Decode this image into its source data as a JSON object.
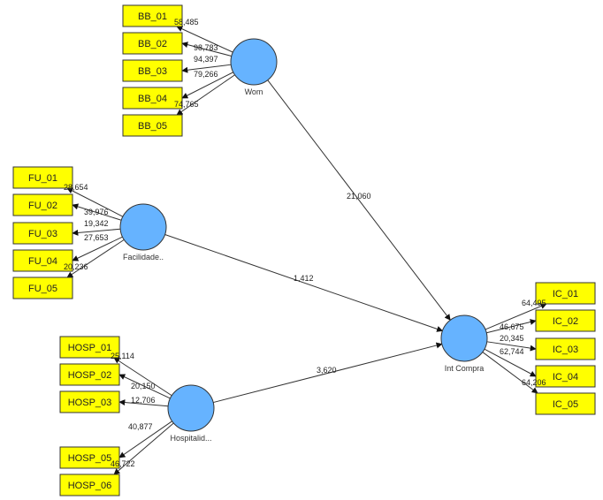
{
  "latent_variables": [
    {
      "id": "wom",
      "label": "Wom"
    },
    {
      "id": "facilidade",
      "label": "Facilidade.."
    },
    {
      "id": "hospitalidade",
      "label": "Hospitalid..."
    },
    {
      "id": "int_compra",
      "label": "Int Compra"
    }
  ],
  "indicators": {
    "wom": [
      {
        "label": "BB_01",
        "value": "58,485"
      },
      {
        "label": "BB_02",
        "value": "98,783"
      },
      {
        "label": "BB_03",
        "value": "94,397"
      },
      {
        "label": "BB_04",
        "value": "79,266"
      },
      {
        "label": "BB_05",
        "value": "74,765"
      }
    ],
    "facilidade": [
      {
        "label": "FU_01",
        "value": "28,654"
      },
      {
        "label": "FU_02",
        "value": "39,976"
      },
      {
        "label": "FU_03",
        "value": "19,342"
      },
      {
        "label": "FU_04",
        "value": "27,653"
      },
      {
        "label": "FU_05",
        "value": "20,236"
      }
    ],
    "hospitalidade": [
      {
        "label": "HOSP_01",
        "value": "25,114"
      },
      {
        "label": "HOSP_02",
        "value": "20,150"
      },
      {
        "label": "HOSP_03",
        "value": "12,706"
      },
      {
        "label": "HOSP_05",
        "value": "40,877"
      },
      {
        "label": "HOSP_06",
        "value": "46,722"
      }
    ],
    "int_compra": [
      {
        "label": "IC_01",
        "value": "64,495"
      },
      {
        "label": "IC_02",
        "value": "46,675"
      },
      {
        "label": "IC_03",
        "value": "20,345"
      },
      {
        "label": "IC_04",
        "value": "62,744"
      },
      {
        "label": "IC_05",
        "value": "64,206"
      }
    ]
  },
  "paths": [
    {
      "from": "wom",
      "to": "int_compra",
      "value": "21,060"
    },
    {
      "from": "facilidade",
      "to": "int_compra",
      "value": "1,412"
    },
    {
      "from": "hospitalidade",
      "to": "int_compra",
      "value": "3,620"
    }
  ],
  "colors": {
    "indicator_fill": "#ffff00",
    "latent_fill": "#66b3ff"
  }
}
